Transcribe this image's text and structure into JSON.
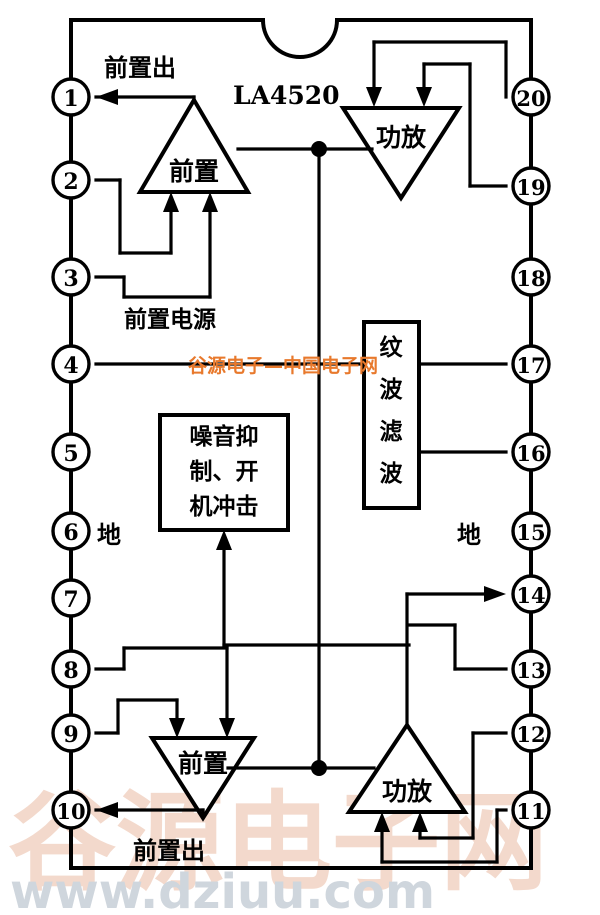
{
  "diagram": {
    "part_number": "LA4520",
    "package_notch": "top-center-semicircle",
    "left_pins": [
      {
        "number": "1",
        "label": "前置出",
        "label_position": "right-above"
      },
      {
        "number": "2",
        "label": "",
        "label_position": ""
      },
      {
        "number": "3",
        "label": "",
        "label_position": ""
      },
      {
        "number": "4",
        "label": "",
        "label_position": ""
      },
      {
        "number": "5",
        "label": "",
        "label_position": ""
      },
      {
        "number": "6",
        "label": "地",
        "label_position": "right"
      },
      {
        "number": "7",
        "label": "",
        "label_position": ""
      },
      {
        "number": "8",
        "label": "",
        "label_position": ""
      },
      {
        "number": "9",
        "label": "",
        "label_position": ""
      },
      {
        "number": "10",
        "label": "前置出",
        "label_position": "right-below"
      }
    ],
    "right_pins": [
      {
        "number": "20",
        "label": "",
        "label_position": ""
      },
      {
        "number": "19",
        "label": "",
        "label_position": ""
      },
      {
        "number": "18",
        "label": "",
        "label_position": ""
      },
      {
        "number": "17",
        "label": "",
        "label_position": ""
      },
      {
        "number": "16",
        "label": "",
        "label_position": ""
      },
      {
        "number": "15",
        "label": "地",
        "label_position": "left"
      },
      {
        "number": "14",
        "label": "",
        "label_position": ""
      },
      {
        "number": "13",
        "label": "",
        "label_position": ""
      },
      {
        "number": "12",
        "label": "",
        "label_position": ""
      },
      {
        "number": "11",
        "label": "",
        "label_position": ""
      }
    ],
    "blocks": [
      {
        "id": "preamp-top",
        "shape": "triangle-up",
        "label": "前置"
      },
      {
        "id": "poweramp-top",
        "shape": "triangle-down",
        "label": "功放"
      },
      {
        "id": "ripple-filter",
        "shape": "rect-vertical",
        "label": "纹波滤波"
      },
      {
        "id": "noise-mute",
        "shape": "rect",
        "label": "噪音抑制、开机冲击"
      },
      {
        "id": "preamp-bottom",
        "shape": "triangle-down",
        "label": "前置"
      },
      {
        "id": "poweramp-bottom",
        "shape": "triangle-up",
        "label": "功放"
      }
    ],
    "annotations": [
      {
        "id": "preamp-supply",
        "text": "前置电源"
      }
    ],
    "watermarks": {
      "logo_text": "谷源电子网",
      "url_text": "www.dziuu.com",
      "overlay_line_text": "谷源电子—中国电子网"
    },
    "colors": {
      "line": "#000000",
      "background": "#ffffff",
      "watermark_logo": "#f3d9cc",
      "watermark_url": "#cfd6dd",
      "watermark_overlay": "#e8792c"
    }
  }
}
